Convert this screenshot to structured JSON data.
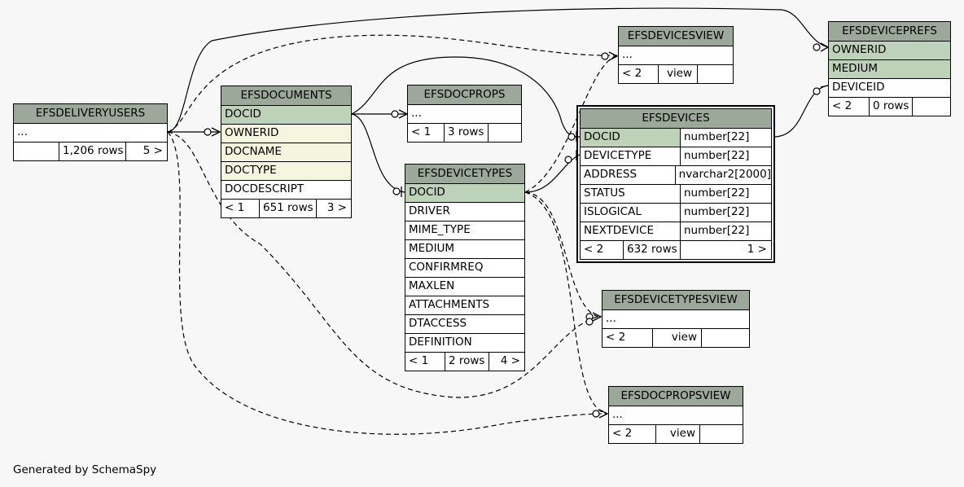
{
  "tables": {
    "deliveryusers": {
      "name": "EFSDELIVERYUSERS",
      "rows": [
        "..."
      ],
      "footer": [
        "",
        "1,206 rows",
        "5 >"
      ]
    },
    "documents": {
      "name": "EFSDOCUMENTS",
      "rows": [
        "DOCID",
        "OWNERID",
        "DOCNAME",
        "DOCTYPE",
        "DOCDESCRIPT"
      ],
      "footer": [
        "< 1",
        "651 rows",
        "3 >"
      ]
    },
    "docprops": {
      "name": "EFSDOCPROPS",
      "rows": [
        "..."
      ],
      "footer": [
        "< 1",
        "3 rows",
        ""
      ]
    },
    "devicetypes": {
      "name": "EFSDEVICETYPES",
      "rows": [
        "DOCID",
        "DRIVER",
        "MIME_TYPE",
        "MEDIUM",
        "CONFIRMREQ",
        "MAXLEN",
        "ATTACHMENTS",
        "DTACCESS",
        "DEFINITION"
      ],
      "footer": [
        "< 1",
        "2 rows",
        "4 >"
      ]
    },
    "devicesview": {
      "name": "EFSDEVICESVIEW",
      "rows": [
        "..."
      ],
      "footer": [
        "< 2",
        "view",
        ""
      ]
    },
    "devices": {
      "name": "EFSDEVICES",
      "rows": [
        [
          "DOCID",
          "number[22]"
        ],
        [
          "DEVICETYPE",
          "number[22]"
        ],
        [
          "ADDRESS",
          "nvarchar2[2000]"
        ],
        [
          "STATUS",
          "number[22]"
        ],
        [
          "ISLOGICAL",
          "number[22]"
        ],
        [
          "NEXTDEVICE",
          "number[22]"
        ]
      ],
      "footer": [
        "< 2",
        "632 rows",
        "1 >"
      ]
    },
    "deviceprefs": {
      "name": "EFSDEVICEPREFS",
      "rows": [
        "OWNERID",
        "MEDIUM",
        "DEVICEID"
      ],
      "footer": [
        "< 2",
        "0 rows",
        ""
      ]
    },
    "devicetypesview": {
      "name": "EFSDEVICETYPESVIEW",
      "rows": [
        "..."
      ],
      "footer": [
        "< 2",
        "view",
        ""
      ]
    },
    "docpropsview": {
      "name": "EFSDOCPROPSVIEW",
      "rows": [
        "..."
      ],
      "footer": [
        "< 2",
        "view",
        ""
      ]
    }
  },
  "colors": {
    "header": "#9ca89a",
    "primary_key": "#bdd2b8",
    "foreign_key": "#f4f6de",
    "background": "#f7f7f7"
  },
  "footer_text": "Generated by SchemaSpy"
}
